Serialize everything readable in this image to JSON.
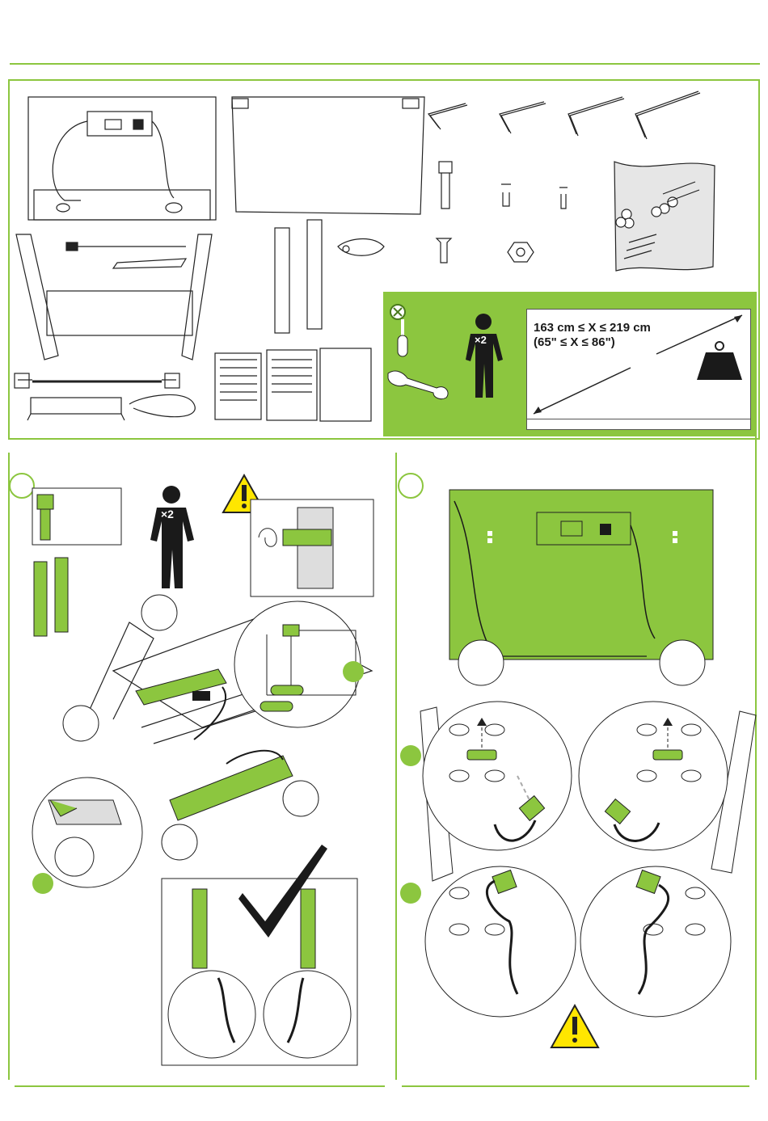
{
  "requirements": {
    "people_count": "×2",
    "screen_size_range": "163 cm ≤ X ≤ 219 cm",
    "screen_size_range_in": "(65\" ≤ X ≤ 86\")"
  },
  "step1": {
    "people_count": "×2"
  },
  "colors": {
    "accent": "#8cc63f",
    "warning": "#ffe600",
    "ink": "#1a1a1a"
  },
  "icons": [
    "warning-icon",
    "weight-icon",
    "person-icon",
    "screwdriver-icon",
    "wrench-icon",
    "checkmark-icon"
  ]
}
